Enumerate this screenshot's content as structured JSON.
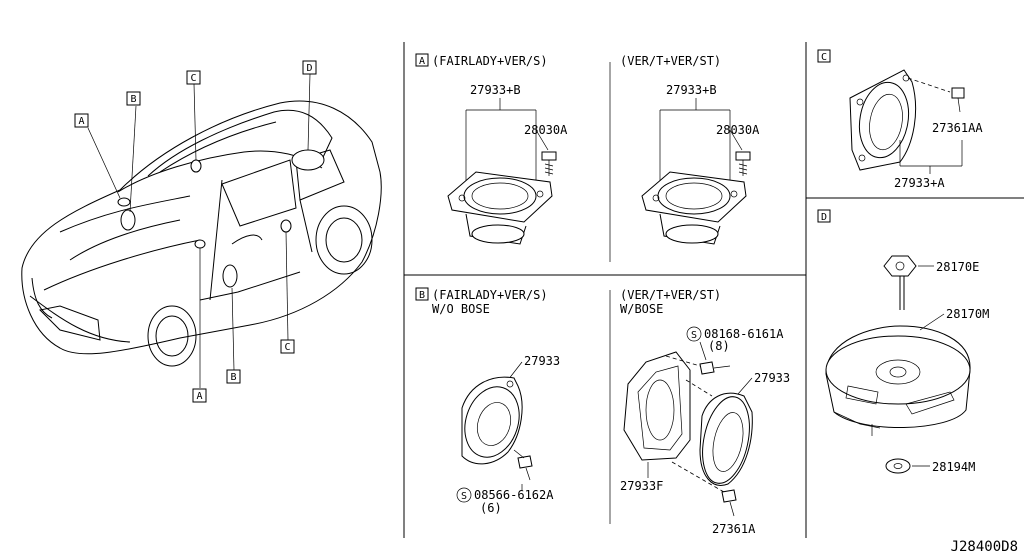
{
  "car_callouts": {
    "a_front": "A",
    "b_front": "B",
    "c_top": "C",
    "d_top": "D",
    "a_bottom": "A",
    "b_bottom": "B",
    "c_bottom": "C"
  },
  "section_a": {
    "tag": "A",
    "left": {
      "variant": "(FAIRLADY+VER/S)",
      "part_speaker": "27933+B",
      "part_screw": "28030A"
    },
    "right": {
      "variant": "(VER/T+VER/ST)",
      "part_speaker": "27933+B",
      "part_screw": "28030A"
    }
  },
  "section_b": {
    "tag": "B",
    "left": {
      "variant": "(FAIRLADY+VER/S)",
      "variant_line2": "W/O BOSE",
      "part_speaker": "27933",
      "part_screw": "08566-6162A",
      "part_screw_qty": "(6)",
      "screw_symbol": "S"
    },
    "right": {
      "variant": "(VER/T+VER/ST)",
      "variant_line2": "W/BOSE",
      "part_bolt": "08168-6161A",
      "part_bolt_qty": "(8)",
      "bolt_symbol": "S",
      "part_speaker": "27933",
      "part_bracket": "27933F",
      "part_screw": "27361A"
    }
  },
  "section_c": {
    "tag": "C",
    "part_screw": "27361AA",
    "part_speaker": "27933+A"
  },
  "section_d": {
    "tag": "D",
    "part_cap": "28170E",
    "part_woofer": "28170M",
    "part_washer": "28194M"
  },
  "diagram_code": "J28400D8"
}
